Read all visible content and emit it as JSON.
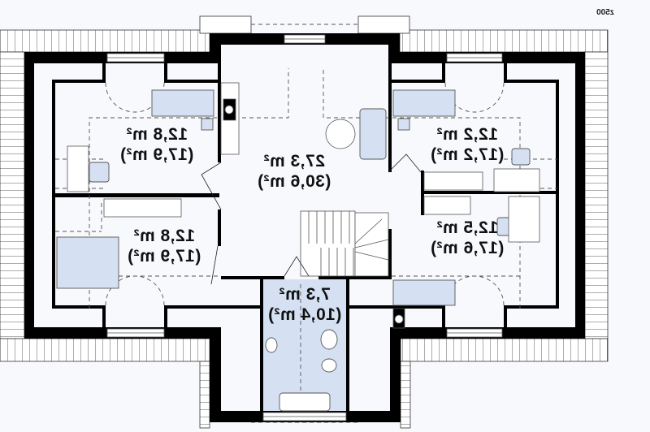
{
  "logo": {
    "text": "z500",
    "accent": "#e0207a"
  },
  "rooms": [
    {
      "name": "bedroom-top-left",
      "area": "12,8 m²",
      "gross": "(17,9 m²)"
    },
    {
      "name": "bedroom-bottom-left",
      "area": "12,8 m²",
      "gross": "(17,9 m²)"
    },
    {
      "name": "hall",
      "area": "27,3 m²",
      "gross": "(30,6 m²)"
    },
    {
      "name": "bedroom-top-right",
      "area": "12,2 m²",
      "gross": "(17,2 m²)"
    },
    {
      "name": "bedroom-bottom-right",
      "area": "12,5 m²",
      "gross": "(17,6 m²)"
    },
    {
      "name": "bathroom",
      "area": "7,3 m²",
      "gross": "(10,4 m²)"
    }
  ],
  "colors": {
    "wall": "#000000",
    "furniture": "#d5e1f3",
    "background": "#f7f9fc"
  }
}
